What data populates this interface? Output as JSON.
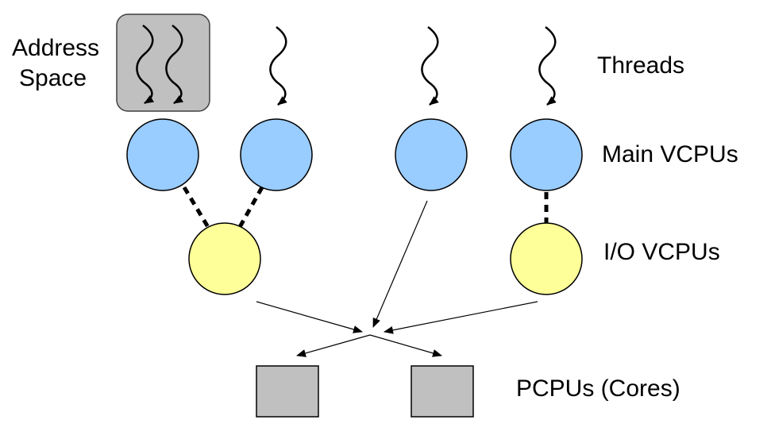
{
  "labels": {
    "address_space_line1": "Address",
    "address_space_line2": "Space",
    "threads": "Threads",
    "main_vcpus": "Main VCPUs",
    "io_vcpus": "I/O VCPUs",
    "pcpus": "PCPUs (Cores)"
  },
  "colors": {
    "main_vcpu_fill": "#99ccff",
    "io_vcpu_fill": "#ffff99",
    "pcpu_fill": "#c0c0c0",
    "address_space_fill": "#c0c0c0",
    "stroke": "#000000"
  }
}
